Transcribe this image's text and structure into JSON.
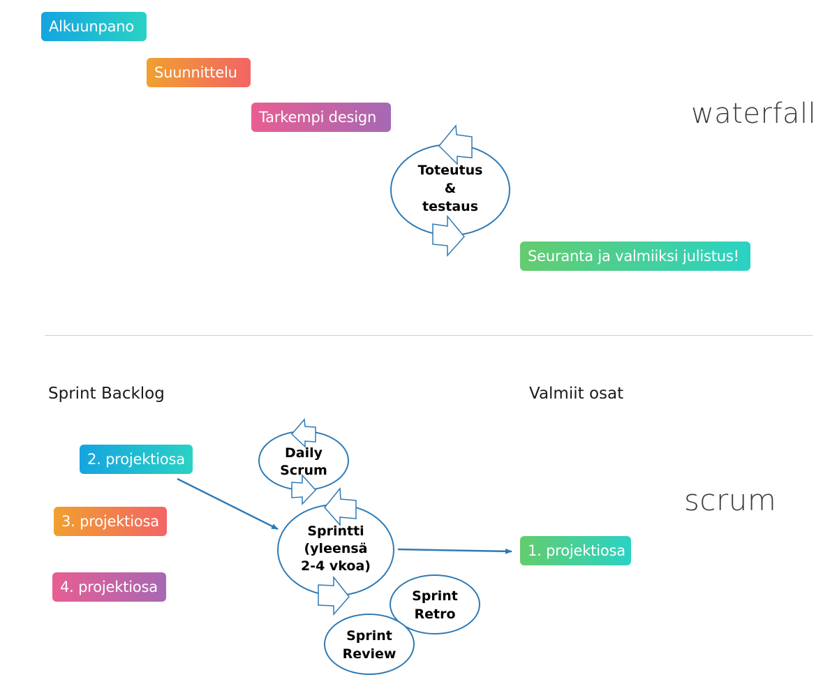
{
  "waterfall": {
    "label": "waterfall",
    "steps": [
      {
        "label": "Alkuunpano",
        "style": "teal"
      },
      {
        "label": "Suunnittelu",
        "style": "orange"
      },
      {
        "label": "Tarkempi design",
        "style": "pink"
      },
      {
        "label": "Seuranta ja valmiiksi julistus!",
        "style": "green"
      }
    ],
    "cycle": {
      "lines": [
        "Toteutus",
        "&",
        "testaus"
      ]
    }
  },
  "scrum": {
    "label": "scrum",
    "backlog_title": "Sprint Backlog",
    "done_title": "Valmiit osat",
    "backlog_items": [
      {
        "label": "2. projektiosa",
        "style": "teal"
      },
      {
        "label": "3. projektiosa",
        "style": "orange"
      },
      {
        "label": "4. projektiosa",
        "style": "pink"
      }
    ],
    "done_items": [
      {
        "label": "1. projektiosa",
        "style": "green"
      }
    ],
    "events": {
      "daily": {
        "lines": [
          "Daily",
          "Scrum"
        ]
      },
      "sprint": {
        "lines": [
          "Sprintti",
          "(yleensä",
          "2-4 vkoa)"
        ]
      },
      "retro": {
        "lines": [
          "Sprint",
          "Retro"
        ]
      },
      "review": {
        "lines": [
          "Sprint",
          "Review"
        ]
      }
    }
  },
  "colors": {
    "outline": "#2e7ab5",
    "arrow": "#2e7ab5",
    "divider": "#cfcfcf"
  }
}
